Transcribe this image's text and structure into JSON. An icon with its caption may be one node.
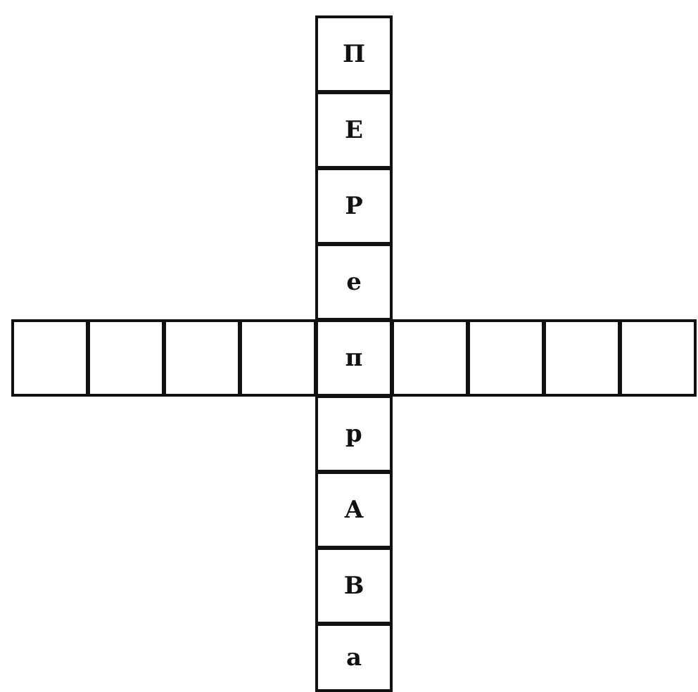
{
  "diagram": {
    "labels": [
      "П",
      "Е",
      "Р",
      "е",
      "п",
      "р",
      "А",
      "В",
      "а"
    ]
  }
}
